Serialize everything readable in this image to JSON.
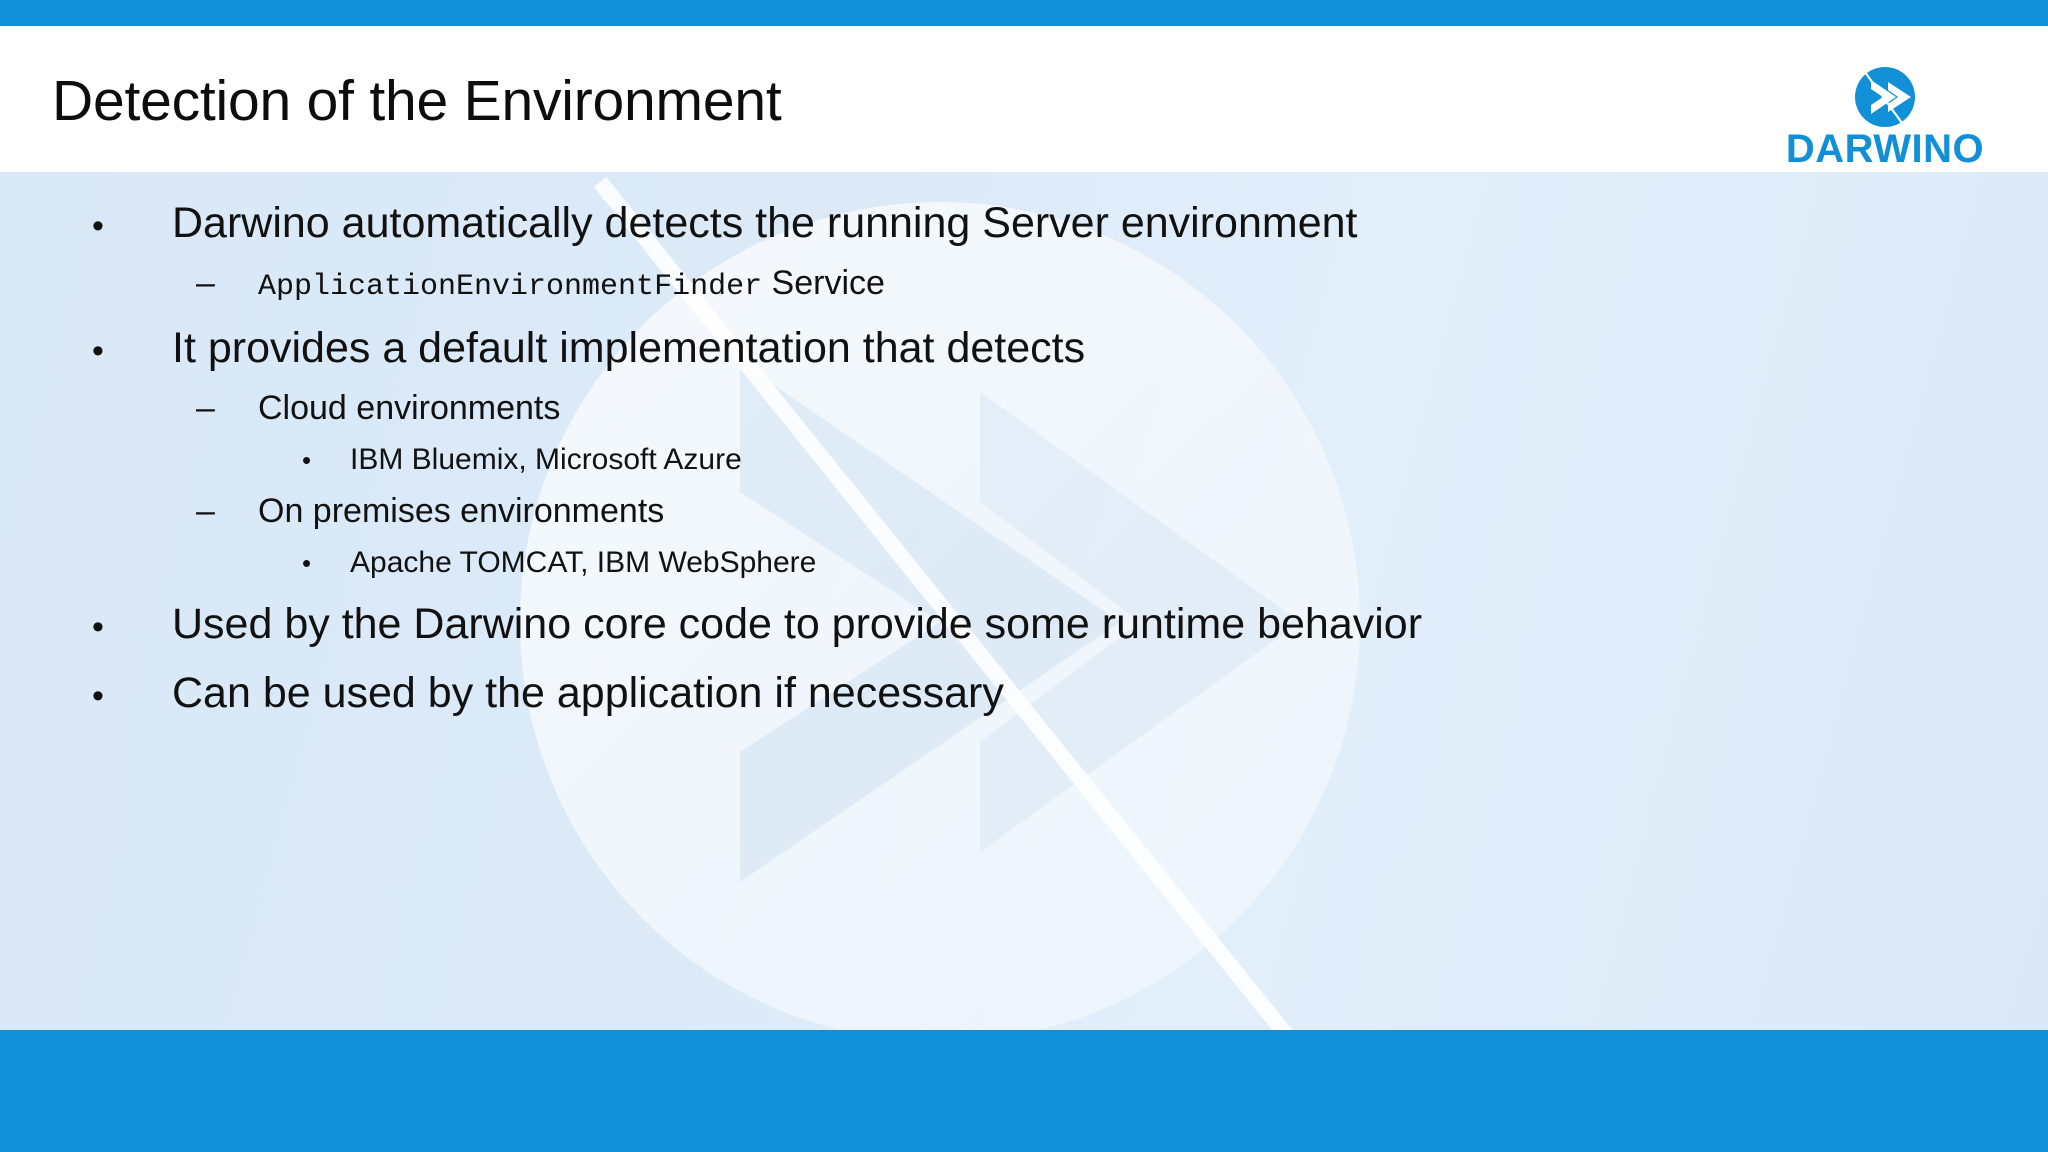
{
  "slide": {
    "title": "Detection of the Environment",
    "brand_name": "DARWINO",
    "colors": {
      "accent_blue": "#1190d8",
      "body_light_blue": "#dae9f7",
      "text_black": "#111111",
      "logo_blue": "#1190d8"
    }
  },
  "bullets": [
    {
      "level": 1,
      "marker": "•",
      "text": "Darwino automatically detects the running Server environment"
    },
    {
      "level": 2,
      "marker": "–",
      "code": "ApplicationEnvironmentFinder",
      "text": " Service"
    },
    {
      "level": 1,
      "marker": "•",
      "text": "It provides a default implementation that detects"
    },
    {
      "level": 2,
      "marker": "–",
      "text": "Cloud environments"
    },
    {
      "level": 3,
      "marker": "•",
      "text": "IBM Bluemix, Microsoft Azure"
    },
    {
      "level": 2,
      "marker": "–",
      "text": "On premises environments"
    },
    {
      "level": 3,
      "marker": "•",
      "text": "Apache TOMCAT, IBM WebSphere"
    },
    {
      "level": 1,
      "marker": "•",
      "text": "Used by the Darwino core code to provide some runtime behavior"
    },
    {
      "level": 1,
      "marker": "•",
      "text": "Can be used by the application if necessary"
    }
  ],
  "icons": {
    "logo_mark": "darwino-circle-chevron-icon",
    "watermark": "darwino-watermark-icon"
  }
}
